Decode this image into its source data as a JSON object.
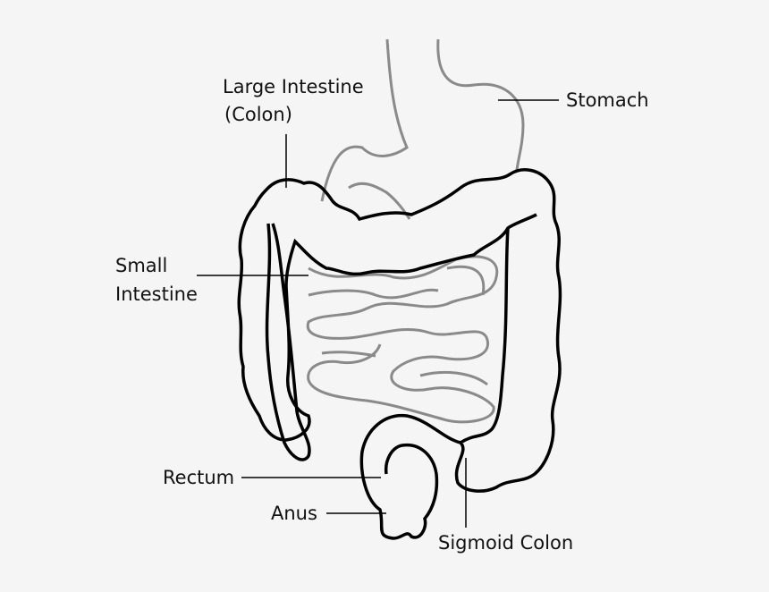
{
  "labels": {
    "large_intestine_line1": "Large Intestine",
    "large_intestine_line2": "(Colon)",
    "stomach": "Stomach",
    "small_intestine_line1": "Small",
    "small_intestine_line2": "Intestine",
    "rectum": "Rectum",
    "anus": "Anus",
    "sigmoid_colon": "Sigmoid Colon"
  },
  "colors": {
    "background": "#f5f5f5",
    "outline": "#000000",
    "organ_gray": "#8a8a8a"
  }
}
